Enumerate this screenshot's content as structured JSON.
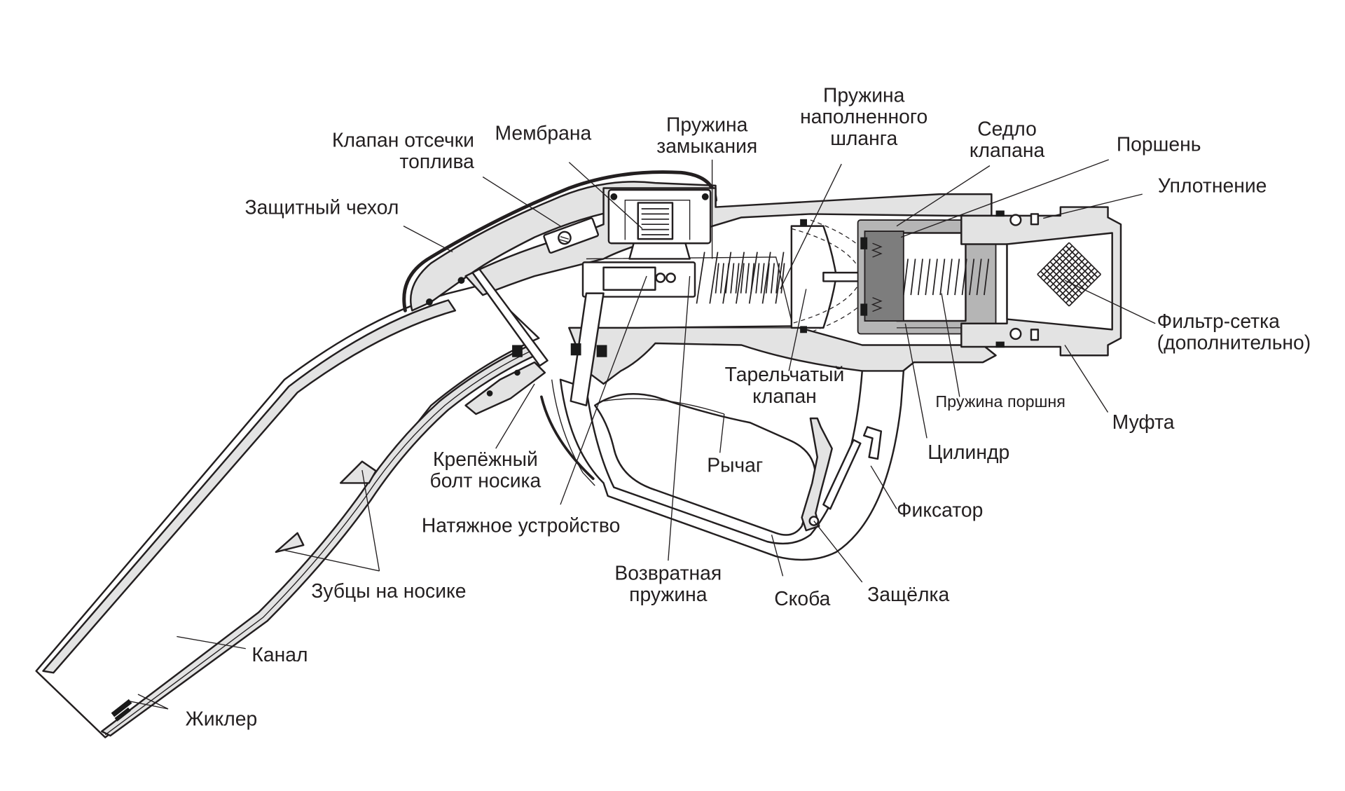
{
  "diagram": {
    "subject": "Fuel dispensing nozzle cross-section",
    "labels": {
      "klapan_otsechki": [
        "Клапан отсечки",
        "топлива"
      ],
      "membrana": "Мембрана",
      "pruzhina_zamykaniya": [
        "Пружина",
        "замыкания"
      ],
      "pruzhina_shlanga": [
        "Пружина",
        "наполненного",
        "шланга"
      ],
      "sedlo": [
        "Седло",
        "клапана"
      ],
      "porshen": "Поршень",
      "uplotnenie": "Уплотнение",
      "zashchitny_chekhol": "Защитный чехол",
      "filtr": [
        "Фильтр-сетка",
        "(дополнительно)"
      ],
      "tarelchaty": [
        "Тарельчатый",
        "клапан"
      ],
      "pruzhina_porshnya": "Пружина поршня",
      "mufta": "Муфта",
      "tsilindr": "Цилиндр",
      "krepezhny_bolt": [
        "Крепёжный",
        "болт носика"
      ],
      "rychag": "Рычаг",
      "fiksator": "Фиксатор",
      "natyazhnoe": "Натяжное устройство",
      "vozvratnaya": [
        "Возвратная",
        "пружина"
      ],
      "skoba": "Скоба",
      "zashchyolka": "Защёлка",
      "zubtsy": "Зубцы на носике",
      "kanal": "Канал",
      "zhikler": "Жиклер"
    },
    "colors": {
      "line": "#231f20",
      "body_fill": "#e3e3e3",
      "piston_fill": "#7d7d7d",
      "cylinder_fill": "#b5b5b5"
    }
  }
}
